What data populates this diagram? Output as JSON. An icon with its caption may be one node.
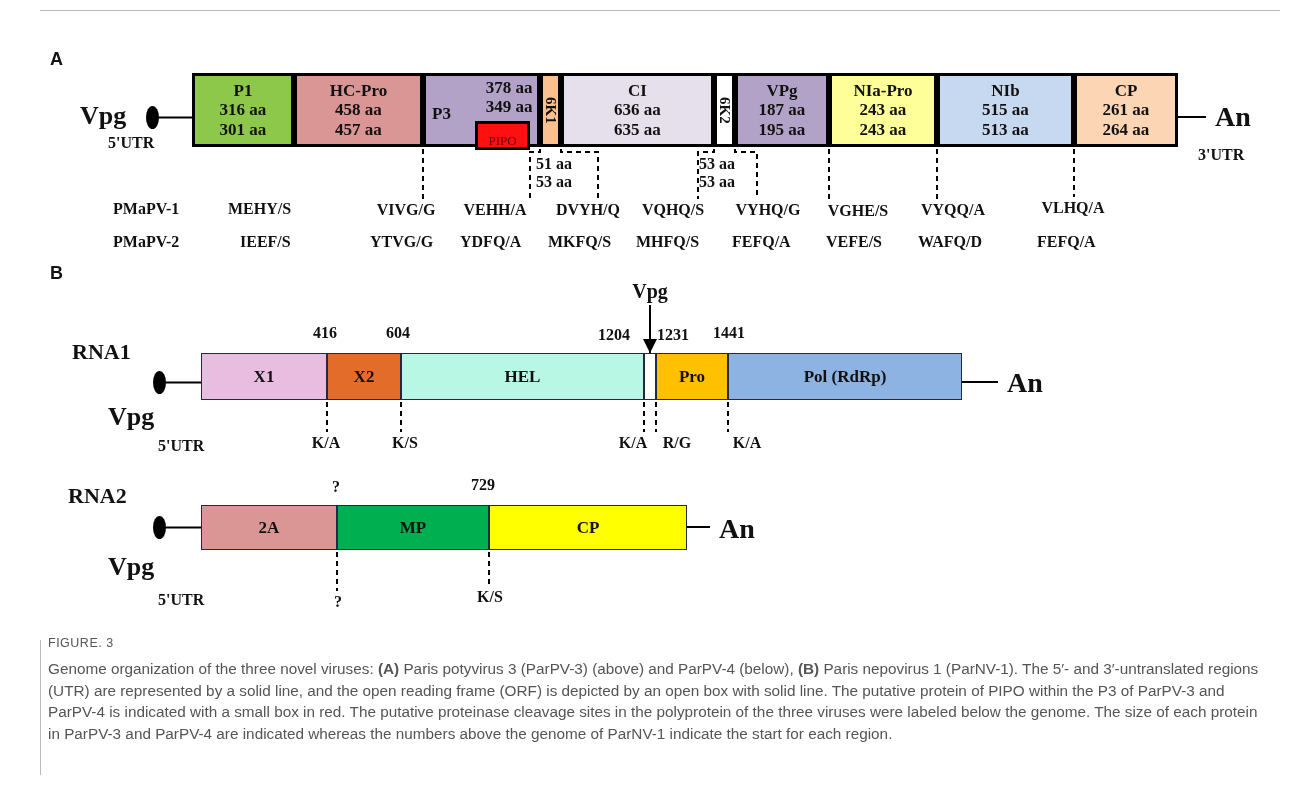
{
  "diagram": {
    "title": "FIGURE. 3",
    "caption": "Genome organization of the three novel viruses: **(A)** Paris potyvirus 3 (ParPV-3) (above) and ParPV-4 (below), **(B)** Paris nepovirus 1 (ParNV-1). The 5′- and 3′-untranslated regions (UTR) are represented by a solid line, and the open reading frame (ORF) is depicted by an open box with solid line. The putative protein of PIPO within the P3 of ParPV-3 and ParPV-4 is indicated with a small box in red. The putative proteinase cleavage sites in the polyprotein of the three viruses were labeled below the genome. The size of each protein in ParPV-3 and ParPV-4 are indicated whereas the numbers above the genome of ParNV-1 indicate the start for each region.",
    "nodes": [
      {
        "text": [],
        "shape": "circle",
        "beside": [
          "Vpg"
        ]
      },
      {
        "text": [
          "P1",
          "316 aa 301 aa"
        ]
      },
      {
        "text": [
          "HC-Pro",
          "458 aa 457 aa"
        ]
      },
      {
        "text": [
          "P3",
          "378 aa 349 aa"
        ]
      },
      {
        "text": [
          "PIPO"
        ],
        "in": 3
      },
      {
        "text": [
          "6K1"
        ],
        "beside": [
          "51 aa 53 aa"
        ]
      },
      {
        "text": [
          "CI",
          "636 aa 635 aa"
        ]
      },
      {
        "text": [
          "6K2"
        ],
        "beside": [
          "53 aa 53 aa"
        ]
      },
      {
        "text": [
          "VPg",
          "187 aa 195 aa"
        ]
      },
      {
        "text": [
          "NIa-Pro",
          "243 aa 243 aa"
        ]
      },
      {
        "text": [
          "NIb",
          "515 aa 513 aa"
        ]
      },
      {
        "text": [
          "CP",
          "261 aa 264 aa"
        ]
      },
      {
        "text": [
          "An"
        ]
      },
      {
        "text": [
          "Vpg"
        ]
      },
      {
        "text": [],
        "shape": "circle",
        "beside": [
          "Vpg"
        ]
      },
      {
        "text": [
          "X1"
        ]
      },
      {
        "text": [
          "X2"
        ]
      },
      {
        "text": [
          "HEL"
        ]
      },
      {
        "text": [],
        "shape": "box"
      },
      {
        "text": [
          "Pro"
        ]
      },
      {
        "text": [
          "Pol (RdRp)"
        ]
      },
      {
        "text": [
          "An"
        ]
      },
      {
        "text": [],
        "shape": "circle",
        "beside": [
          "Vpg"
        ]
      },
      {
        "text": [
          "2A"
        ]
      },
      {
        "text": [
          "MP"
        ]
      },
      {
        "text": [
          "CP"
        ]
      },
      {
        "text": [
          "An"
        ]
      },
      {
        "text": [
          "VIVG/G"
        ]
      },
      {
        "text": [
          "VEHH/A"
        ]
      },
      {
        "text": [
          "DVYH/Q"
        ]
      },
      {
        "text": [
          "VQHQ/S"
        ]
      },
      {
        "text": [
          "VYHQ/G"
        ]
      },
      {
        "text": [
          "VGHE/S"
        ]
      },
      {
        "text": [
          "VYQQ/A"
        ]
      },
      {
        "text": [
          "VLHQ/A"
        ]
      },
      {
        "text": [
          "K/A"
        ]
      },
      {
        "text": [
          "K/S"
        ]
      },
      {
        "text": [
          "K/A"
        ]
      },
      {
        "text": [
          "R/G"
        ]
      },
      {
        "text": [
          "K/A"
        ]
      },
      {
        "text": [
          "?"
        ]
      },
      {
        "text": [
          "K/S"
        ]
      }
    ],
    "edges": [
      {
        "from": 0,
        "to": 1,
        "arrow": "none",
        "label": "5'UTR"
      },
      {
        "from": 11,
        "to": 12,
        "arrow": "none",
        "label": "3'UTR"
      },
      {
        "from": 13,
        "to": 18,
        "arrow": "to"
      },
      {
        "from": 14,
        "to": 15,
        "arrow": "none",
        "label": "5'UTR"
      },
      {
        "from": 20,
        "to": 21,
        "arrow": "none"
      },
      {
        "from": 22,
        "to": 23,
        "arrow": "none",
        "label": "5'UTR"
      },
      {
        "from": 25,
        "to": 26,
        "arrow": "none"
      },
      {
        "from": 3,
        "to": 27,
        "arrow": "none",
        "style": "dashed"
      },
      {
        "from": 5,
        "to": 28,
        "arrow": "none",
        "style": "dashed"
      },
      {
        "from": 5,
        "to": 29,
        "arrow": "none",
        "style": "dashed"
      },
      {
        "from": 7,
        "to": 30,
        "arrow": "none",
        "style": "dashed"
      },
      {
        "from": 7,
        "to": 31,
        "arrow": "none",
        "style": "dashed"
      },
      {
        "from": 8,
        "to": 32,
        "arrow": "none",
        "style": "dashed"
      },
      {
        "from": 9,
        "to": 33,
        "arrow": "none",
        "style": "dashed"
      },
      {
        "from": 10,
        "to": 34,
        "arrow": "none",
        "style": "dashed"
      },
      {
        "from": 16,
        "to": 35,
        "arrow": "none",
        "style": "dashed"
      },
      {
        "from": 17,
        "to": 36,
        "arrow": "none",
        "style": "dashed"
      },
      {
        "from": 18,
        "to": 37,
        "arrow": "none",
        "style": "dashed"
      },
      {
        "from": 18,
        "to": 38,
        "arrow": "none",
        "style": "dashed"
      },
      {
        "from": 20,
        "to": 39,
        "arrow": "none",
        "style": "dashed"
      },
      {
        "from": 23,
        "to": 40,
        "arrow": "none",
        "style": "dashed"
      },
      {
        "from": 24,
        "to": 41,
        "arrow": "none",
        "style": "dashed"
      }
    ],
    "labels": [
      "A",
      "PMaPV-1",
      "MEHY/S",
      "PMaPV-2",
      "IEEF/S",
      "YTVG/G",
      "YDFQ/A",
      "MKFQ/S",
      "MHFQ/S",
      "FEFQ/A",
      "VEFE/S",
      "WAFQ/D",
      "FEFQ/A",
      "B",
      "RNA1",
      "416",
      "604",
      "1204",
      "1231",
      "1441",
      "RNA2",
      "?",
      "729"
    ]
  }
}
